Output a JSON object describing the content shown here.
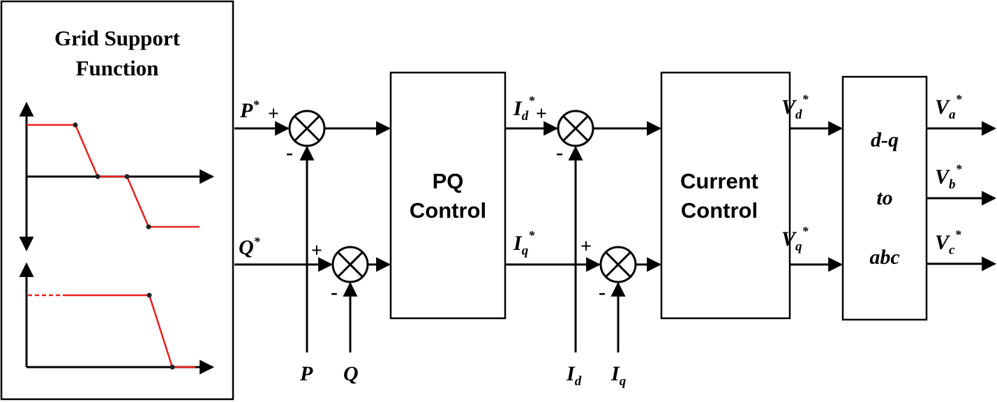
{
  "grid_support": {
    "title_line1": "Grid Support",
    "title_line2": "Function"
  },
  "pq_block": {
    "line1": "PQ",
    "line2": "Control"
  },
  "current_block": {
    "line1": "Current",
    "line2": "Control"
  },
  "transform_block": {
    "line1": "d-q",
    "line2": "to",
    "line3": "abc"
  },
  "signals": {
    "p_ref": "P",
    "q_ref": "Q",
    "p_meas": "P",
    "q_meas": "Q",
    "id_ref": "I",
    "id_ref_sub": "d",
    "iq_ref": "I",
    "iq_ref_sub": "q",
    "id_meas": "I",
    "id_meas_sub": "d",
    "iq_meas": "I",
    "iq_meas_sub": "q",
    "vd_ref": "V",
    "vd_ref_sub": "d",
    "vq_ref": "V",
    "vq_ref_sub": "q",
    "va_ref": "V",
    "va_ref_sub": "a",
    "vb_ref": "V",
    "vb_ref_sub": "b",
    "vc_ref": "V",
    "vc_ref_sub": "c",
    "star": "*"
  },
  "signs": {
    "plus": "+",
    "minus": "-"
  },
  "colors": {
    "curve": "#e8201e",
    "line": "#000000"
  }
}
